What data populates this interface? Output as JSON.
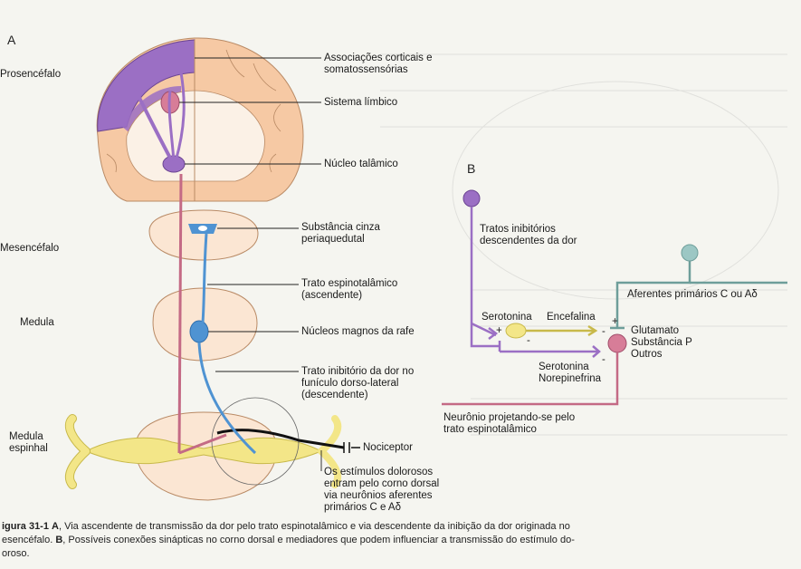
{
  "panel_a": {
    "letter": "A",
    "regions": {
      "prosencephalon": "Prosencéfalo",
      "mesencephalon": "Mesencéfalo",
      "medulla": "Medula",
      "spinal_cord_line1": "Medula",
      "spinal_cord_line2": "espinhal"
    },
    "labels": {
      "cortical_1": "Associações corticais e",
      "cortical_2": "somatossensórias",
      "limbic": "Sistema límbico",
      "thalamic": "Núcleo talâmico",
      "pag_1": "Substância cinza",
      "pag_2": "periaquedutal",
      "stt_1": "Trato espinotalâmico",
      "stt_2": "(ascendente)",
      "raphe": "Núcleos magnos da rafe",
      "inhib_1": "Trato inibitório da dor no",
      "inhib_2": "funículo dorso-lateral",
      "inhib_3": "(descendente)",
      "nociceptor": "Nociceptor",
      "stim_1": "Os estímulos dolorosos",
      "stim_2": "entram pelo corno dorsal",
      "stim_3": "via neurônios aferentes",
      "stim_4": "primários C e Aδ"
    }
  },
  "panel_b": {
    "letter": "B",
    "labels": {
      "desc_1": "Tratos inibitórios",
      "desc_2": "descendentes da dor",
      "serotonin": "Serotonina",
      "enkephalin": "Encefalina",
      "afferents": "Aferentes primários C ou Aδ",
      "glutamate": "Glutamato",
      "substance_p": "Substância P",
      "others": "Outros",
      "serotonin2": "Serotonina",
      "norepinephrine": "Norepinefrina",
      "proj_1": "Neurônio projetando-se pelo",
      "proj_2": "trato espinotalâmico",
      "plus1": "+",
      "minus1": "-",
      "plus2": "+",
      "minus2": "-",
      "minus3": "-"
    }
  },
  "caption": {
    "fig": "igura 31-1",
    "a_letter": "A",
    "line1_rest": ", Via ascendente de transmissão da dor pelo trato espinotalâmico e via descendente da inibição da dor originada no",
    "line2_start": "esencéfalo.",
    "b_letter": "B",
    "line2_rest": ", Possíveis conexões sinápticas no corno dorsal e mediadores que podem influenciar a transmissão do estímulo do-",
    "line3": "oroso."
  },
  "colors": {
    "cortex": "#f6c9a4",
    "purple": "#9b6fc4",
    "pink_tract": "#c46a85",
    "blue_tract": "#4f93d2",
    "yellow": "#f3e688",
    "teal": "#9cc7c4"
  }
}
